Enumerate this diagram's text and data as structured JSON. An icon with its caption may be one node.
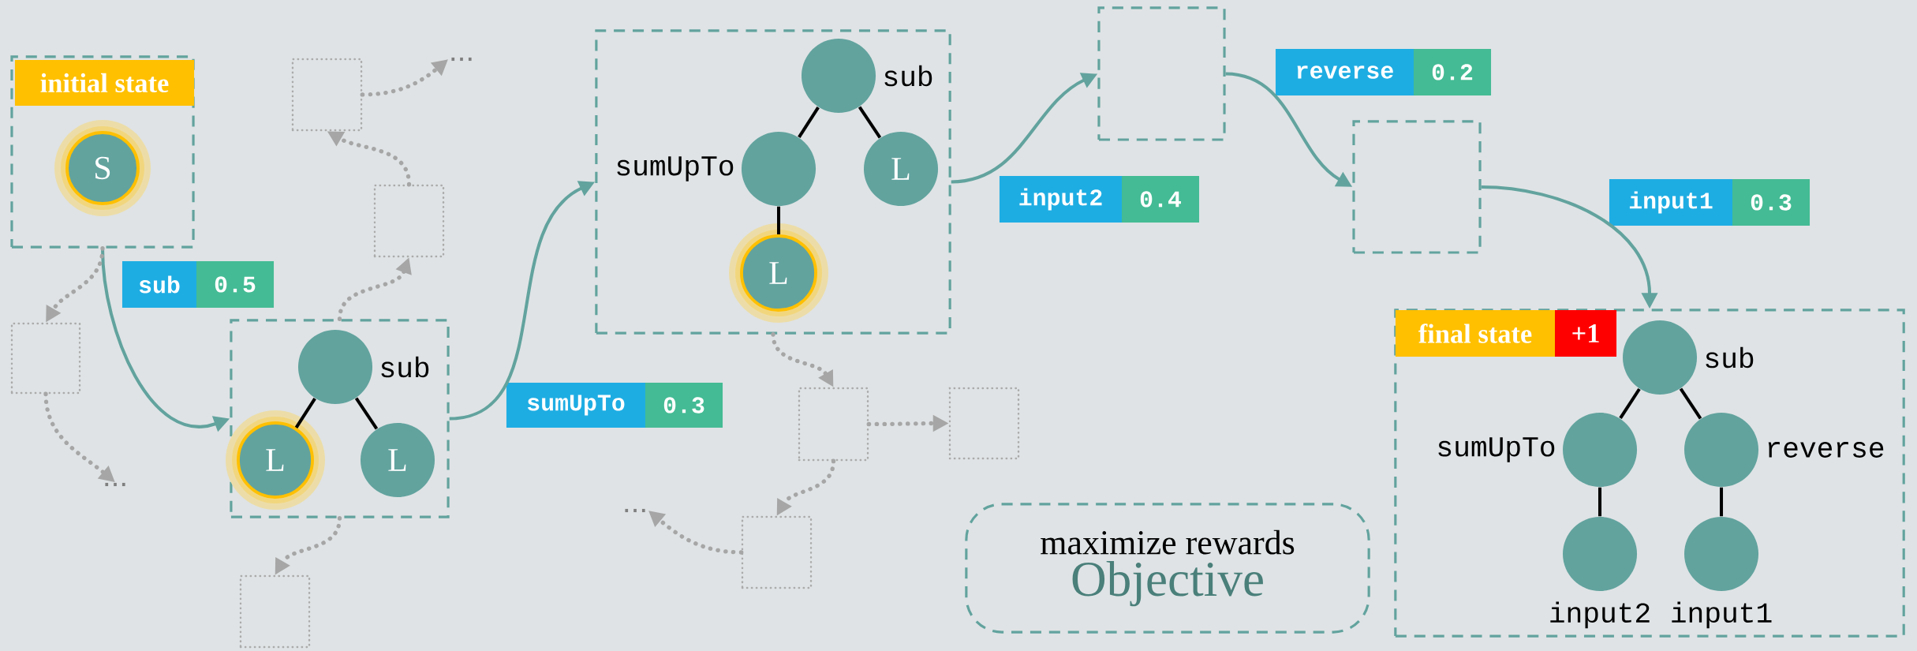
{
  "diagram": {
    "nodes": [
      {
        "text": [],
        "shape": "box"
      },
      {
        "text": [
          "initial state"
        ],
        "in": 0
      },
      {
        "text": [
          "S"
        ],
        "in": 0
      },
      {
        "text": [],
        "shape": "box"
      },
      {
        "text": [],
        "shape": "circle",
        "beside": [
          "sub"
        ],
        "in": 3
      },
      {
        "text": [
          "L"
        ],
        "in": 3
      },
      {
        "text": [
          "L"
        ],
        "in": 3
      },
      {
        "text": [],
        "shape": "box"
      },
      {
        "text": [],
        "shape": "circle",
        "beside": [
          "sub"
        ],
        "in": 7
      },
      {
        "text": [],
        "shape": "circle",
        "beside": [
          "sumUpTo"
        ],
        "in": 7
      },
      {
        "text": [
          "L"
        ],
        "in": 7
      },
      {
        "text": [
          "L"
        ],
        "in": 7
      },
      {
        "text": [],
        "shape": "box"
      },
      {
        "text": [],
        "shape": "box"
      },
      {
        "text": [],
        "shape": "box"
      },
      {
        "text": [
          "final state"
        ],
        "in": 14
      },
      {
        "text": [
          "+1"
        ],
        "in": 14
      },
      {
        "text": [],
        "shape": "circle",
        "beside": [
          "sub"
        ],
        "in": 14
      },
      {
        "text": [],
        "shape": "circle",
        "beside": [
          "sumUpTo"
        ],
        "in": 14
      },
      {
        "text": [],
        "shape": "circle",
        "beside": [
          "reverse"
        ],
        "in": 14
      },
      {
        "text": [],
        "shape": "circle",
        "beside": [
          "input2"
        ],
        "in": 14
      },
      {
        "text": [],
        "shape": "circle",
        "beside": [
          "input1"
        ],
        "in": 14
      },
      {
        "text": [
          "maximize rewards",
          "Objective"
        ]
      },
      {
        "text": [
          "sub"
        ]
      },
      {
        "text": [
          "0.5"
        ]
      },
      {
        "text": [
          "sumUpTo"
        ]
      },
      {
        "text": [
          "0.3"
        ]
      },
      {
        "text": [
          "input2"
        ]
      },
      {
        "text": [
          "0.4"
        ]
      },
      {
        "text": [
          "reverse"
        ]
      },
      {
        "text": [
          "0.2"
        ]
      },
      {
        "text": [
          "input1"
        ]
      },
      {
        "text": [
          "0.3"
        ]
      },
      {
        "text": [],
        "shape": "box"
      },
      {
        "text": [],
        "shape": "box"
      },
      {
        "text": [],
        "shape": "box"
      },
      {
        "text": [],
        "shape": "box"
      },
      {
        "text": [],
        "shape": "box"
      },
      {
        "text": [],
        "shape": "box"
      },
      {
        "text": [],
        "shape": "box"
      },
      {
        "text": [
          "..."
        ]
      },
      {
        "text": [
          "..."
        ]
      },
      {
        "text": [
          "..."
        ]
      }
    ],
    "edges": [
      {
        "from": 0,
        "to": 3,
        "arrow": "to",
        "color": "#62a39e"
      },
      {
        "from": 3,
        "to": 7,
        "arrow": "to",
        "color": "#62a39e"
      },
      {
        "from": 7,
        "to": 12,
        "arrow": "to",
        "color": "#62a39e"
      },
      {
        "from": 12,
        "to": 13,
        "arrow": "to",
        "color": "#62a39e"
      },
      {
        "from": 13,
        "to": 14,
        "arrow": "to",
        "color": "#62a39e"
      },
      {
        "from": 0,
        "to": 33,
        "arrow": "to",
        "style": "dashed"
      },
      {
        "from": 33,
        "to": 41,
        "arrow": "to",
        "style": "dashed"
      },
      {
        "from": 3,
        "to": 35,
        "arrow": "to",
        "style": "dashed"
      },
      {
        "from": 35,
        "to": 34,
        "arrow": "to",
        "style": "dashed"
      },
      {
        "from": 34,
        "to": 40,
        "arrow": "to",
        "style": "dashed"
      },
      {
        "from": 3,
        "to": 36,
        "arrow": "to",
        "style": "dashed"
      },
      {
        "from": 7,
        "to": 37,
        "arrow": "to",
        "style": "dashed"
      },
      {
        "from": 37,
        "to": 38,
        "arrow": "to",
        "style": "dashed"
      },
      {
        "from": 37,
        "to": 39,
        "arrow": "to",
        "style": "dashed"
      },
      {
        "from": 39,
        "to": 42,
        "arrow": "to",
        "style": "dashed"
      },
      {
        "from": 4,
        "to": 5,
        "arrow": "none",
        "color": "#000000"
      },
      {
        "from": 4,
        "to": 6,
        "arrow": "none",
        "color": "#000000"
      },
      {
        "from": 8,
        "to": 9,
        "arrow": "none",
        "color": "#000000"
      },
      {
        "from": 8,
        "to": 10,
        "arrow": "none",
        "color": "#000000"
      },
      {
        "from": 9,
        "to": 11,
        "arrow": "none",
        "color": "#000000"
      },
      {
        "from": 17,
        "to": 18,
        "arrow": "none",
        "color": "#000000"
      },
      {
        "from": 17,
        "to": 19,
        "arrow": "none",
        "color": "#000000"
      },
      {
        "from": 18,
        "to": 20,
        "arrow": "none",
        "color": "#000000"
      },
      {
        "from": 19,
        "to": 21,
        "arrow": "none",
        "color": "#000000"
      }
    ]
  }
}
